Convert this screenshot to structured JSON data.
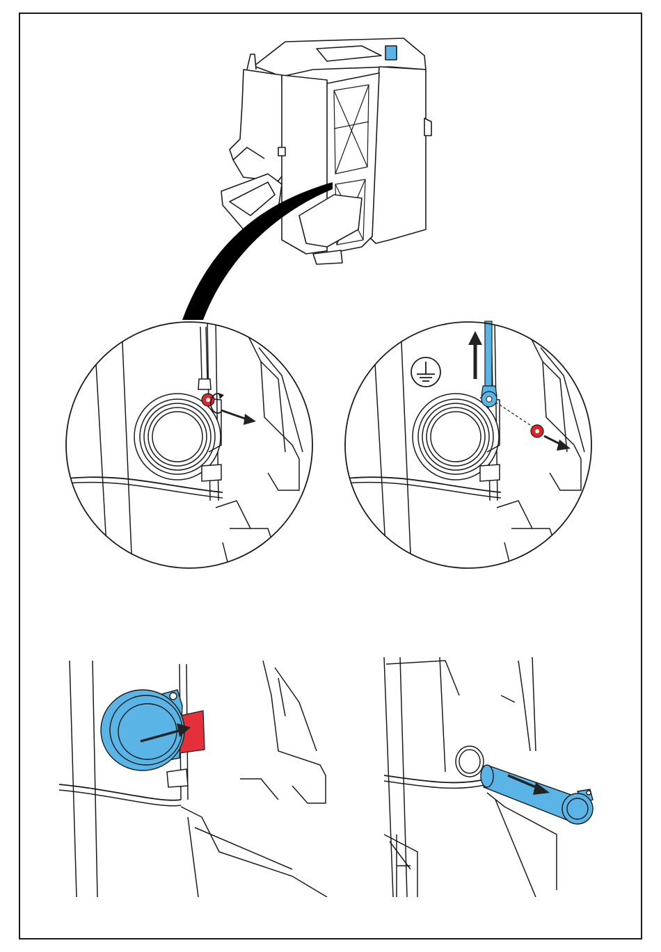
{
  "page": {
    "background": "#ffffff",
    "line_color": "#1a1a1a"
  },
  "colors": {
    "highlight_blue": "#5ab4e6",
    "screw_red": "#e0242b",
    "tab_red": "#e3303a",
    "arrow_dark": "#222222"
  },
  "panels": [
    {
      "id": "overview",
      "content": "housing-overview"
    },
    {
      "id": "step1",
      "content": "unscrew-earth-screw"
    },
    {
      "id": "step2",
      "content": "lift-earth-cable"
    },
    {
      "id": "step3",
      "content": "pull-red-tab-cap"
    },
    {
      "id": "step4",
      "content": "pull-out-blue-tube"
    }
  ],
  "icons": {
    "earth_ground": "earth-ground-symbol",
    "rotate": "rotate-counterclockwise-arrow",
    "direction": "straight-arrow"
  }
}
